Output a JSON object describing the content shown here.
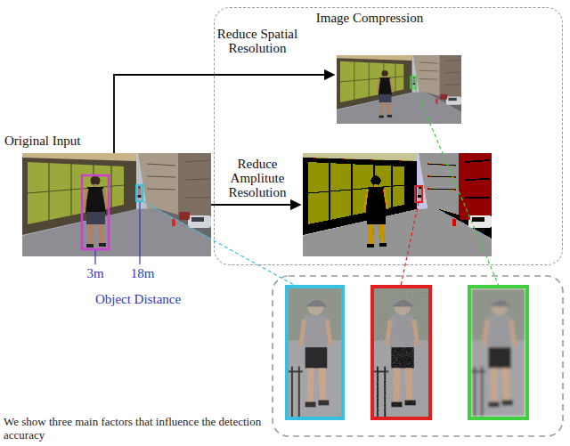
{
  "diagram": {
    "caption": "We show three main factors that influence the detection accuracy",
    "nodes": [
      {
        "text": [
          "Image Compression"
        ]
      }
    ],
    "labels": [
      "Reduce Spatial Resolution",
      "Reduce Amplitute Resolution",
      "Original Input",
      "3m",
      "18m",
      "Object Distance"
    ]
  }
}
